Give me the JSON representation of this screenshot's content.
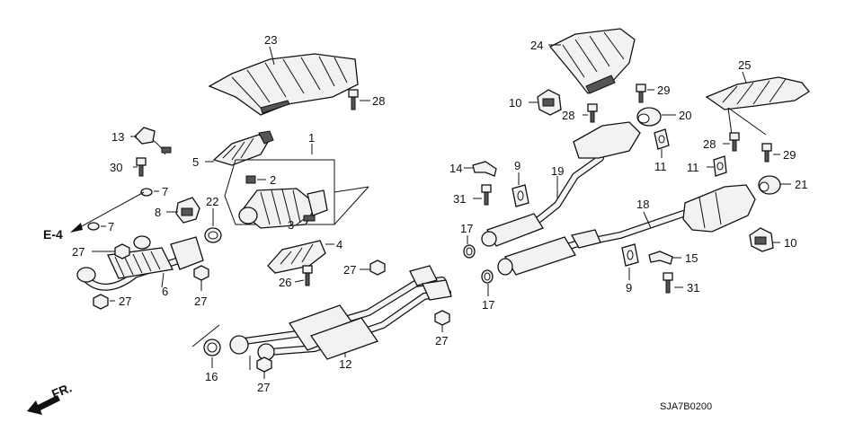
{
  "callouts": {
    "c1": "1",
    "c2": "2",
    "c3": "3",
    "c4": "4",
    "c5": "5",
    "c6": "6",
    "c7a": "7",
    "c7b": "7",
    "c8": "8",
    "c9a": "9",
    "c9b": "9",
    "c10a": "10",
    "c10b": "10",
    "c11a": "11",
    "c11b": "11",
    "c12": "12",
    "c13": "13",
    "c14": "14",
    "c15": "15",
    "c16": "16",
    "c17a": "17",
    "c17b": "17",
    "c18": "18",
    "c19": "19",
    "c20": "20",
    "c21": "21",
    "c22": "22",
    "c23": "23",
    "c24": "24",
    "c25": "25",
    "c26": "26",
    "c27a": "27",
    "c27b": "27",
    "c27c": "27",
    "c27d": "27",
    "c27e": "27",
    "c27f": "27",
    "c28a": "28",
    "c28b": "28",
    "c28c": "28",
    "c29a": "29",
    "c29b": "29",
    "c30": "30",
    "c31a": "31",
    "c31b": "31"
  },
  "reference": {
    "e4": "E-4"
  },
  "direction": {
    "label": "FR."
  },
  "diagram_code": "SJA7B0200"
}
